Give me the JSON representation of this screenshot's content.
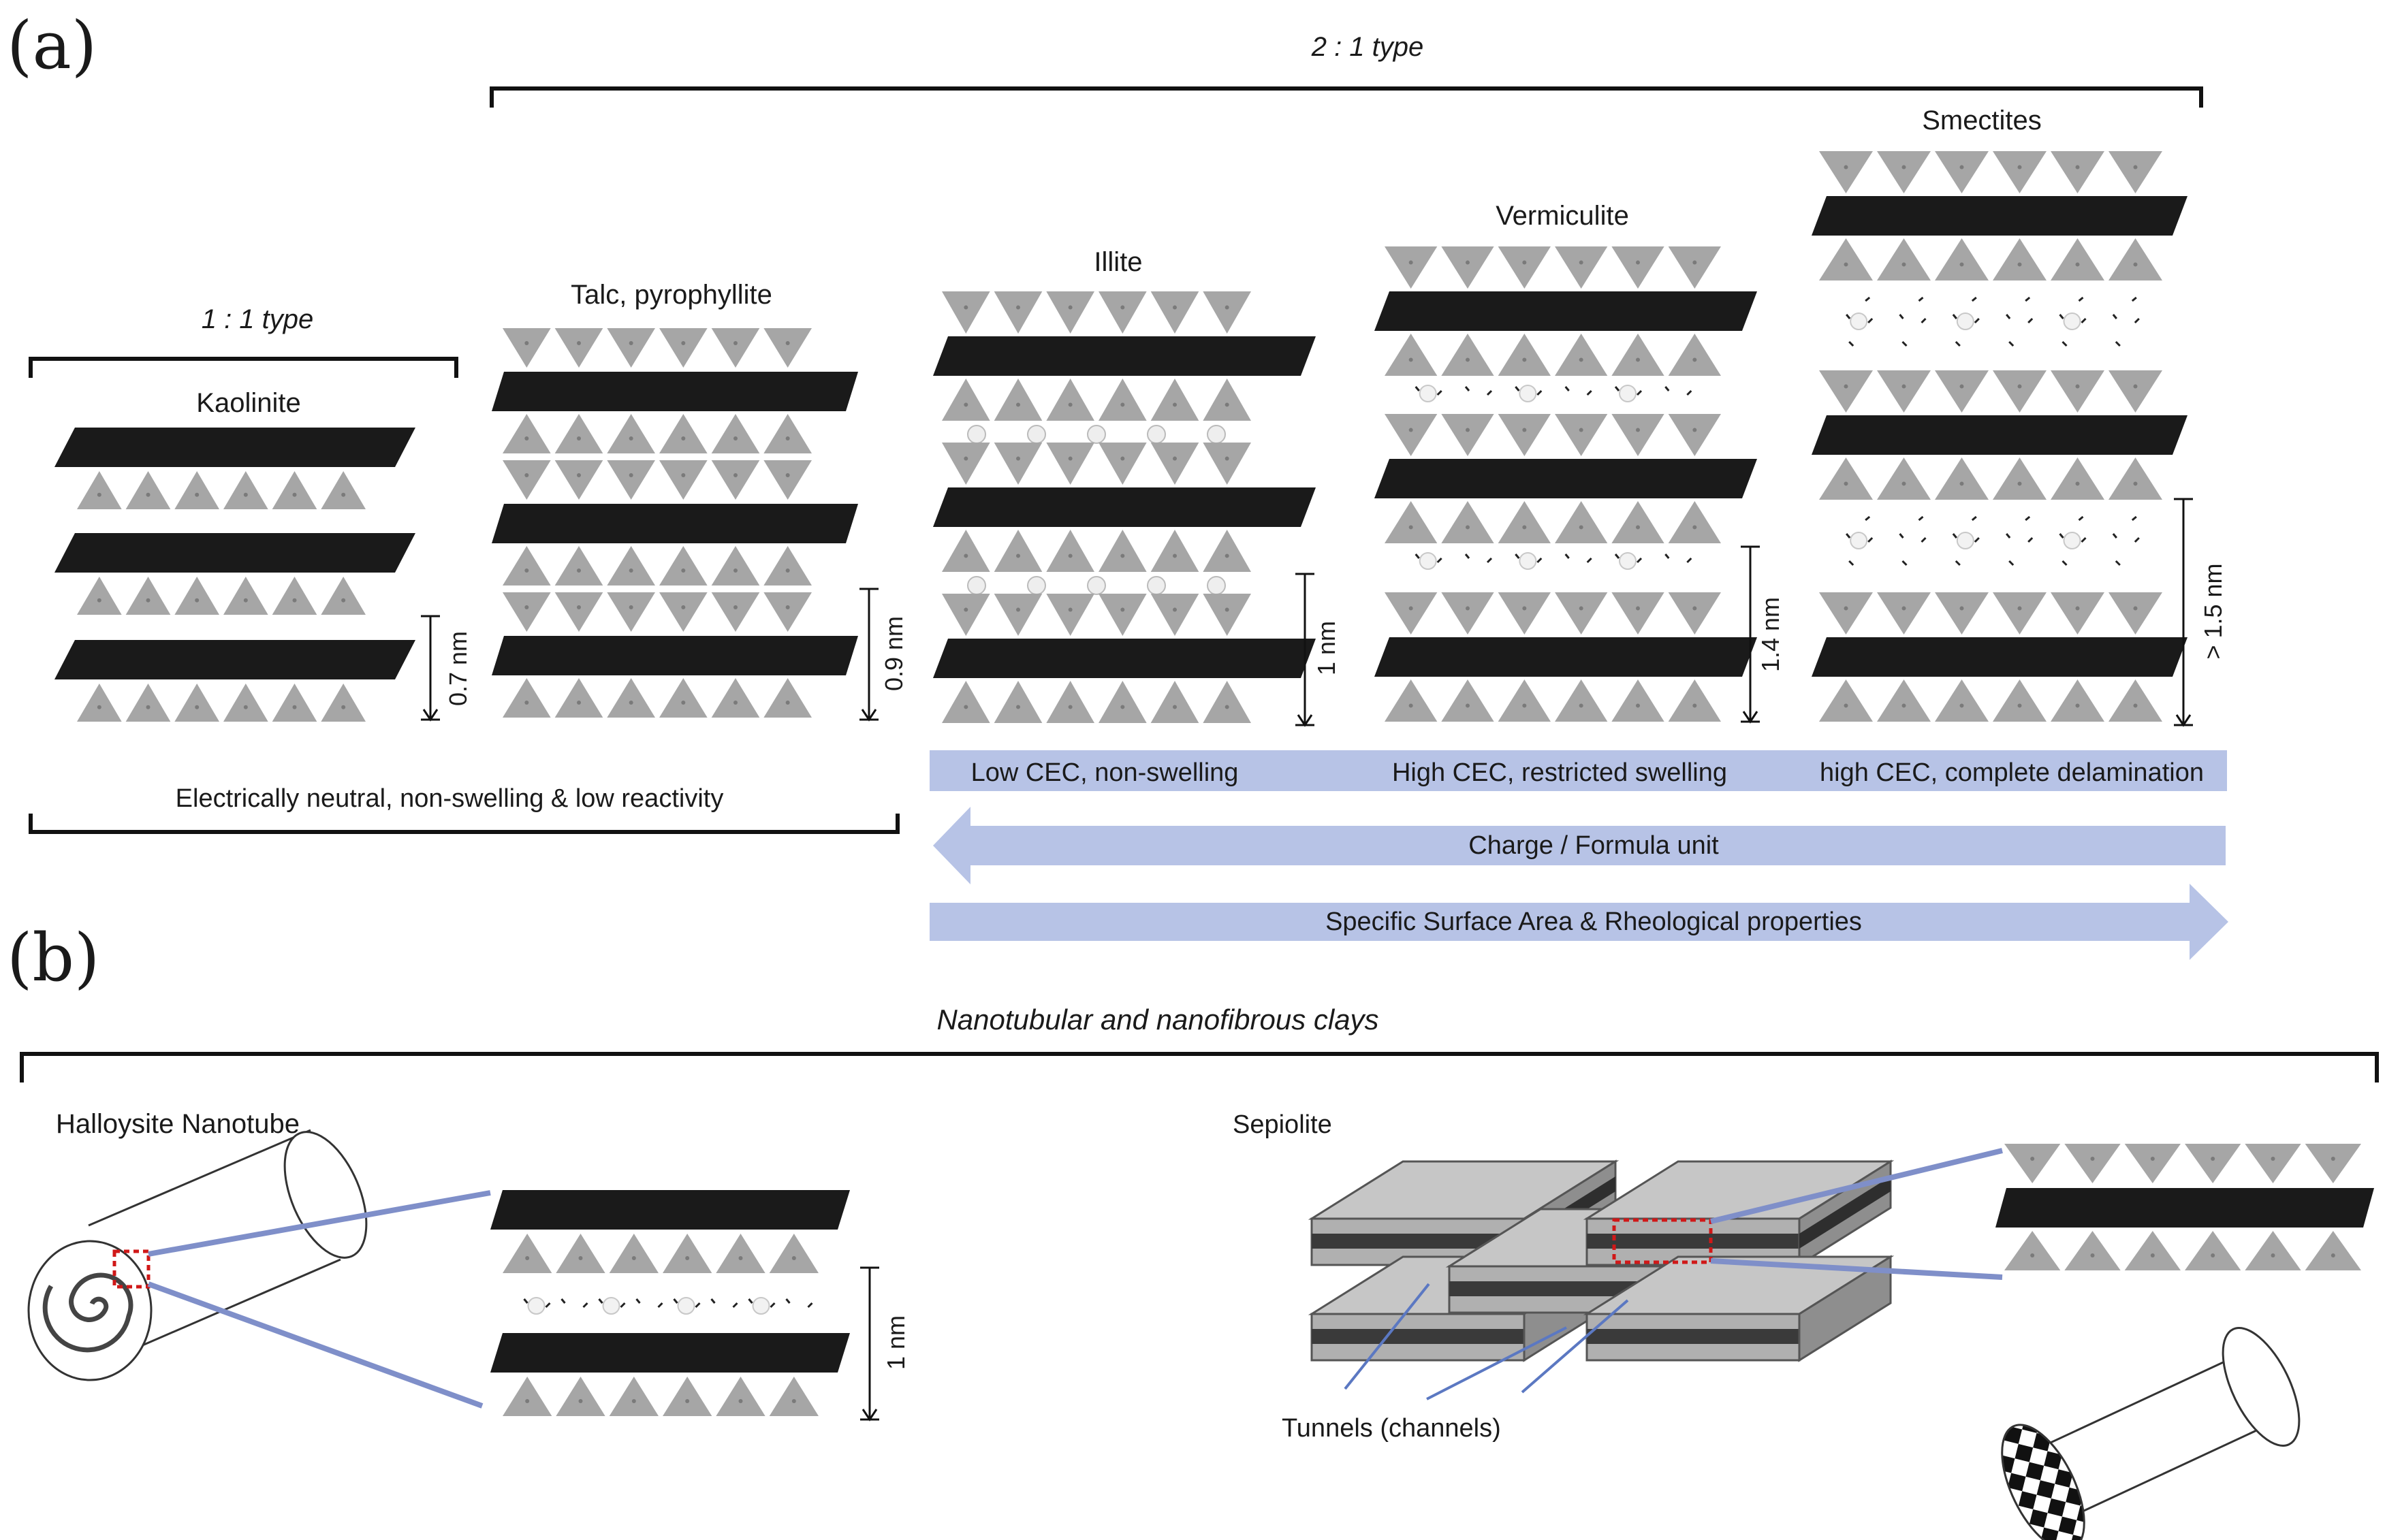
{
  "panels": {
    "a": "(a)",
    "b": "(b)"
  },
  "groups": {
    "one_to_one": "1 : 1 type",
    "two_to_one": "2 : 1 type",
    "nano": "Nanotubular and nanofibrous clays"
  },
  "minerals": {
    "kaolinite": {
      "name": "Kaolinite",
      "spacing": "0.7 nm"
    },
    "talc": {
      "name": "Talc, pyrophyllite",
      "spacing": "0.9 nm"
    },
    "illite": {
      "name": "Illite",
      "spacing": "1 nm"
    },
    "vermiculite": {
      "name": "Vermiculite",
      "spacing": "1.4 nm"
    },
    "smectites": {
      "name": "Smectites",
      "spacing": "> 1.5 nm"
    }
  },
  "properties": {
    "neutral": "Electrically neutral, non-swelling & low reactivity",
    "low_cec": "Low CEC, non-swelling",
    "high_cec_restricted": "High CEC, restricted swelling",
    "high_cec_delam": "high CEC, complete delamination",
    "charge": "Charge / Formula unit",
    "surface": "Specific Surface Area & Rheological properties"
  },
  "part_b": {
    "halloysite": "Halloysite Nanotube",
    "halloysite_spacing": "1 nm",
    "sepiolite": "Sepiolite",
    "tunnels": "Tunnels (channels)"
  },
  "colors": {
    "octahedral_sheet": "#1a1a1a",
    "tetrahedral": "#a6a6a6",
    "arrow_band": "#b7c3e6",
    "zoom_line": "#7f8fc9",
    "highlight": "#d01818"
  }
}
